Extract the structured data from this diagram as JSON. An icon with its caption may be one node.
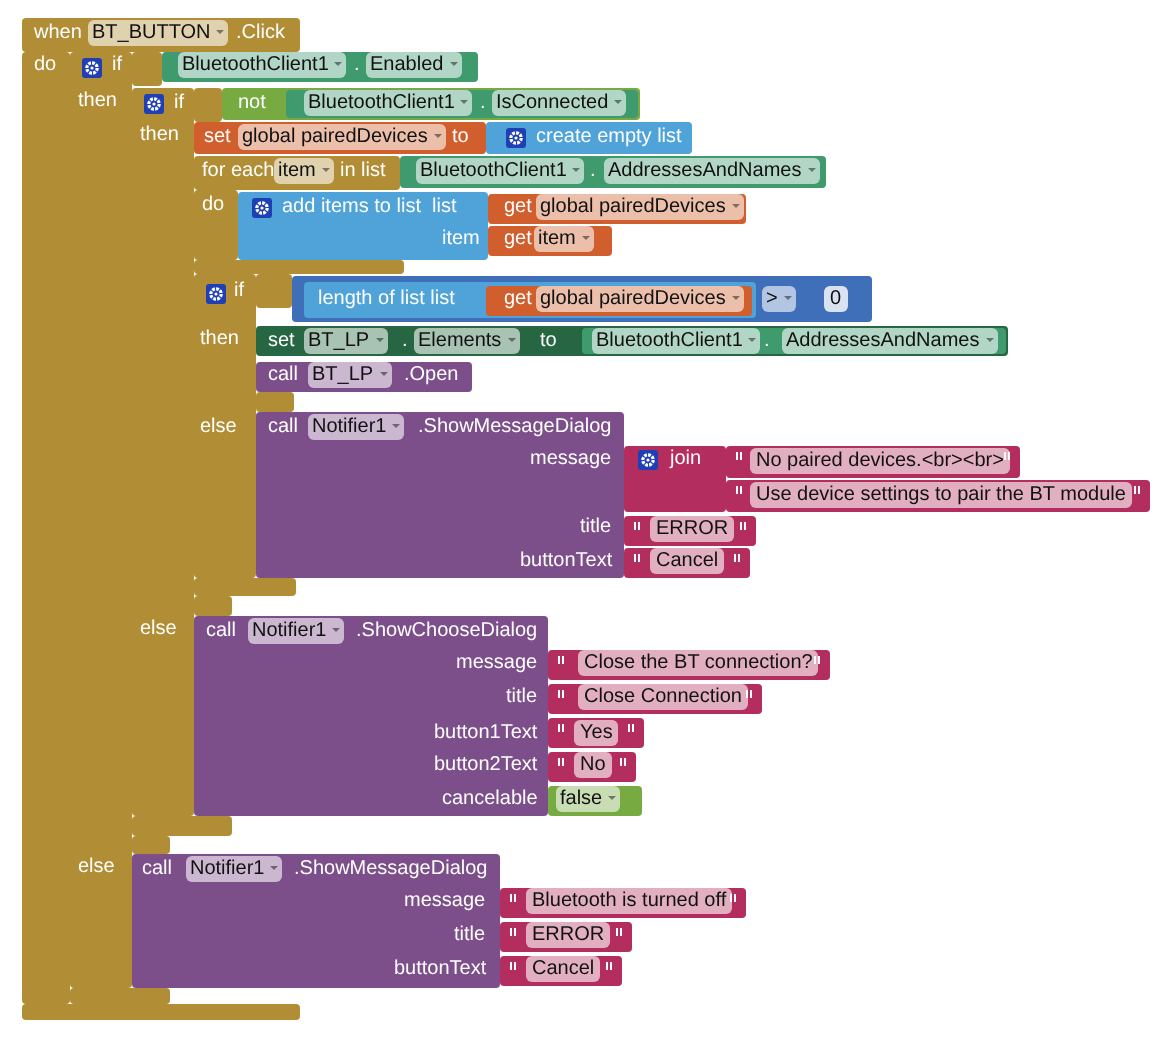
{
  "diagram": {
    "nodes": [
      {
        "text": [
          "when",
          "BT_BUTTON",
          ".Click"
        ]
      },
      {
        "text": [
          "if",
          "then",
          "else"
        ]
      },
      {
        "text": [
          "BluetoothClient1",
          ".",
          "Enabled"
        ]
      },
      {
        "text": [
          "if",
          "then",
          "else"
        ]
      },
      {
        "text": [
          "not"
        ]
      },
      {
        "text": [
          "BluetoothClient1",
          ".",
          "IsConnected"
        ],
        "in": 4
      },
      {
        "text": [
          "set",
          "global pairedDevices",
          "to"
        ]
      },
      {
        "text": [
          "create empty list"
        ]
      },
      {
        "text": [
          "for each",
          "item",
          "in list"
        ]
      },
      {
        "text": [
          "BluetoothClient1",
          ".",
          "AddressesAndNames"
        ]
      },
      {
        "text": [
          "add items to list",
          "list",
          "item"
        ]
      },
      {
        "text": [
          "get",
          "global pairedDevices"
        ]
      },
      {
        "text": [
          "get",
          "item"
        ]
      },
      {
        "text": [
          "if",
          "then",
          "else"
        ]
      },
      {
        "text": [
          ">",
          "0"
        ]
      },
      {
        "text": [
          "length of list list"
        ],
        "in": 14
      },
      {
        "text": [
          "get",
          "global pairedDevices"
        ],
        "in": 15
      },
      {
        "text": [
          "set",
          "BT_LP",
          ".",
          "Elements",
          "to"
        ]
      },
      {
        "text": [
          "BluetoothClient1",
          ".",
          "AddressesAndNames"
        ],
        "in": 17
      },
      {
        "text": [
          "call",
          "BT_LP",
          ".Open"
        ]
      },
      {
        "text": [
          "call",
          "Notifier1",
          ".ShowMessageDialog",
          "message",
          "title",
          "buttonText"
        ]
      },
      {
        "text": [
          "join"
        ]
      },
      {
        "text": [
          "No paired devices.<br><br>"
        ]
      },
      {
        "text": [
          "Use device settings to pair the BT module"
        ]
      },
      {
        "text": [
          "ERROR"
        ]
      },
      {
        "text": [
          "Cancel"
        ]
      },
      {
        "text": [
          "call",
          "Notifier1",
          ".ShowChooseDialog",
          "message",
          "title",
          "button1Text",
          "button2Text",
          "cancelable"
        ]
      },
      {
        "text": [
          "Close the BT connection?"
        ]
      },
      {
        "text": [
          "Close Connection"
        ]
      },
      {
        "text": [
          "Yes"
        ]
      },
      {
        "text": [
          "No"
        ]
      },
      {
        "text": [
          "false"
        ]
      },
      {
        "text": [
          "call",
          "Notifier1",
          ".ShowMessageDialog",
          "message",
          "title",
          "buttonText"
        ]
      },
      {
        "text": [
          "Bluetooth is turned off"
        ]
      },
      {
        "text": [
          "ERROR"
        ]
      },
      {
        "text": [
          "Cancel"
        ]
      }
    ],
    "labels": [
      "do",
      "do"
    ]
  }
}
